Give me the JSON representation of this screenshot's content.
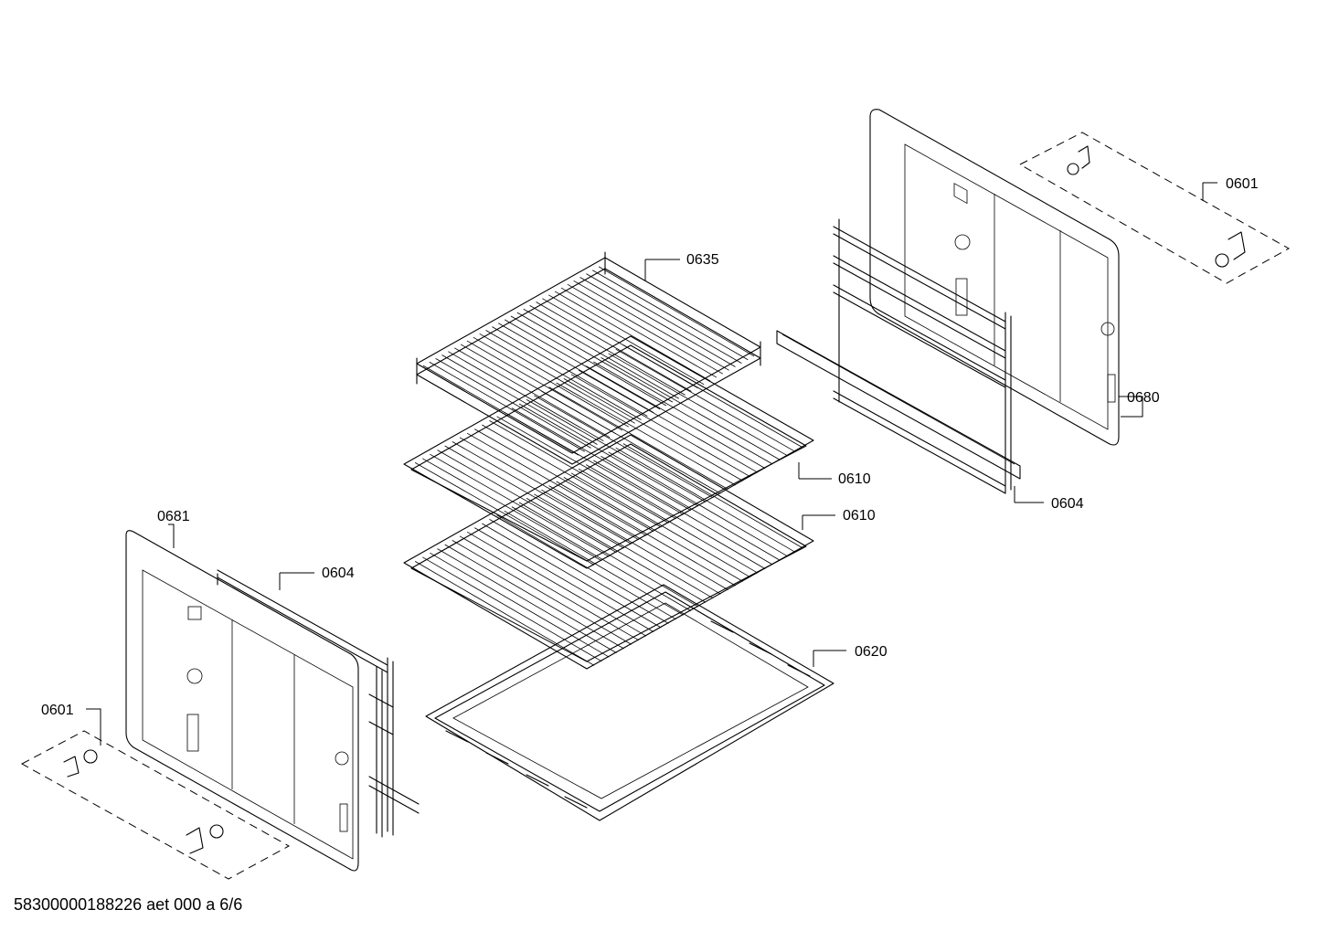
{
  "labels": {
    "support_right_top": "0601",
    "wire_shelf_top": "0635",
    "side_panel_right": "0680",
    "wire_shelf_middle": "0610",
    "wire_shelf_lower": "0610",
    "rail_right": "0604",
    "side_panel_left": "0681",
    "rail_left": "0604",
    "baking_tray": "0620",
    "support_left_bottom": "0601"
  },
  "footer": "58300000188226 aet 000 a 6/6"
}
